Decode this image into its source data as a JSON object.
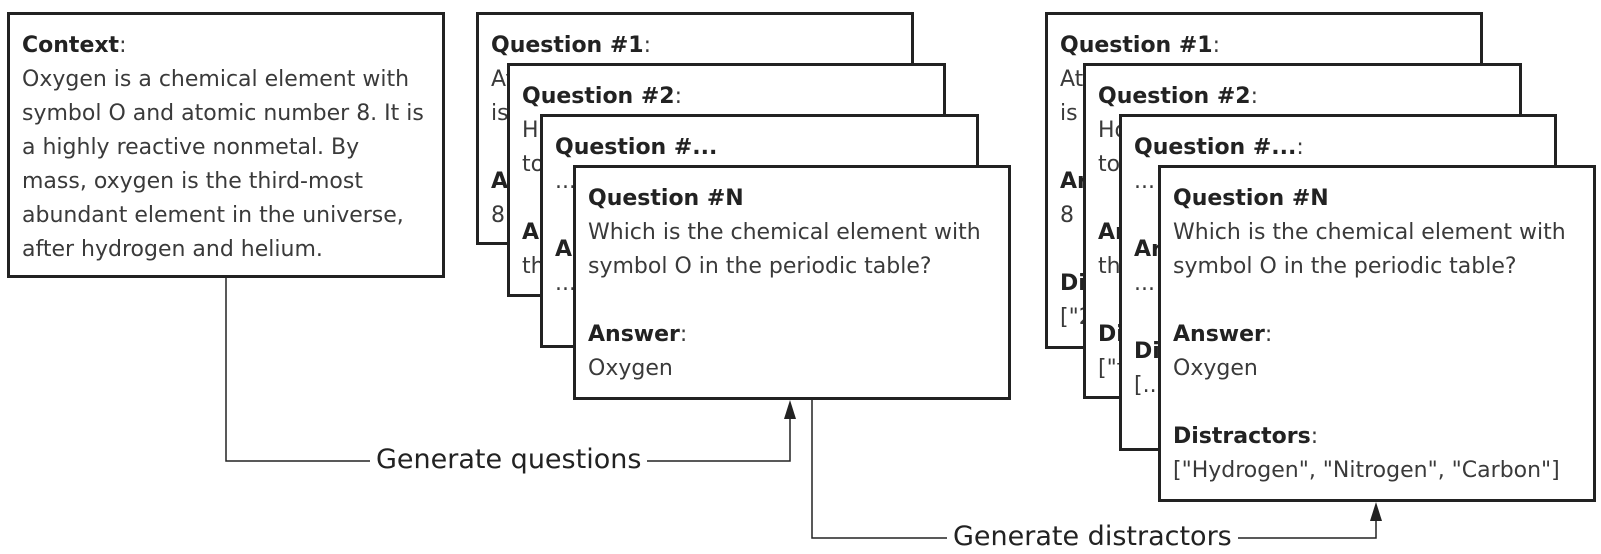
{
  "context": {
    "title": "Context",
    "text": "Oxygen is a chemical element with symbol O and atomic number 8. It is a highly reactive nonmetal. By mass, oxygen is the third-most abundant element in the universe, after hydrogen and helium."
  },
  "question_stack": {
    "card1": {
      "title": "Question #1",
      "line1": "At",
      "line2": "is",
      "answer_title": "A",
      "answer_value": "8"
    },
    "card2": {
      "title": "Question #2",
      "line1": "H",
      "line2": "to",
      "answer_title": "A",
      "answer_value": "th"
    },
    "card3": {
      "title": "Question #...",
      "line1": "...",
      "answer_title": "A",
      "answer_value": "..."
    },
    "cardN": {
      "title": "Question #N",
      "question_line1": "Which is the chemical element with",
      "question_line2": "symbol O in the periodic table?",
      "answer_title": "Answer",
      "answer_value": "Oxygen"
    }
  },
  "distractor_stack": {
    "card1": {
      "title": "Question #1",
      "line1": "At",
      "line2": "is",
      "answer_title": "Ar",
      "answer_value": "8",
      "distractor_title": "Di",
      "distractor_value": "[\"2"
    },
    "card2": {
      "title": "Question #2",
      "line1": "Ho",
      "line2": "to",
      "answer_title": "Ar",
      "answer_value": "th",
      "distractor_title": "Di",
      "distractor_value": "[\"f"
    },
    "card3": {
      "title": "Question #...",
      "line1": "...",
      "answer_title": "Ar",
      "answer_value": "...",
      "distractor_title": "Di",
      "distractor_value": "[..."
    },
    "cardN": {
      "title": "Question #N",
      "question_line1": "Which is the chemical element with",
      "question_line2": "symbol O in the periodic table?",
      "answer_title": "Answer",
      "answer_value": "Oxygen",
      "distractors_title": "Distractors",
      "distractors_value": "[\"Hydrogen\", \"Nitrogen\", \"Carbon\"]"
    }
  },
  "arrows": {
    "generate_questions": "Generate questions",
    "generate_distractors": "Generate distractors"
  }
}
